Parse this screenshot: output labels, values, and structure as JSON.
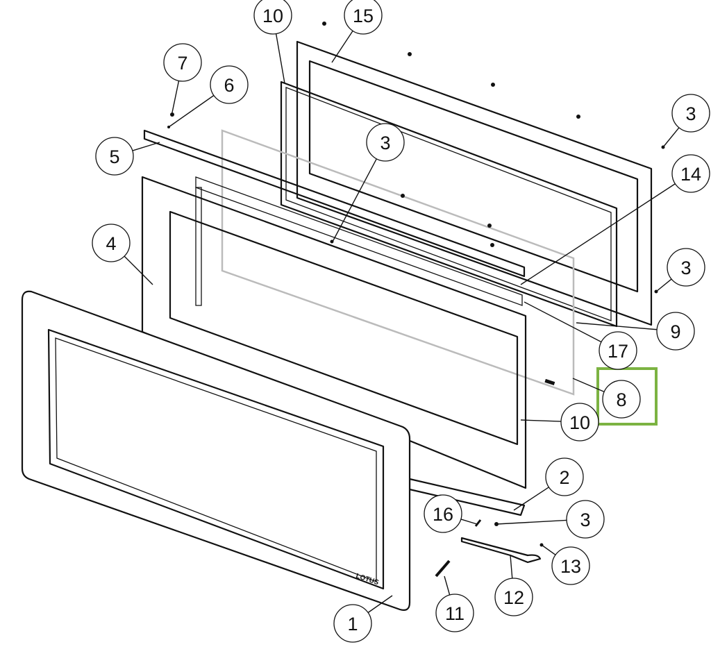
{
  "diagram": {
    "logo_text": "LOTUS",
    "highlight_color": "#7cb342",
    "highlighted_callout": "8",
    "callouts": [
      {
        "label": "10"
      },
      {
        "label": "15"
      },
      {
        "label": "7"
      },
      {
        "label": "6"
      },
      {
        "label": "5"
      },
      {
        "label": "3"
      },
      {
        "label": "3"
      },
      {
        "label": "14"
      },
      {
        "label": "4"
      },
      {
        "label": "3"
      },
      {
        "label": "9"
      },
      {
        "label": "17"
      },
      {
        "label": "8"
      },
      {
        "label": "10"
      },
      {
        "label": "2"
      },
      {
        "label": "16"
      },
      {
        "label": "3"
      },
      {
        "label": "13"
      },
      {
        "label": "12"
      },
      {
        "label": "11"
      },
      {
        "label": "1"
      }
    ]
  }
}
